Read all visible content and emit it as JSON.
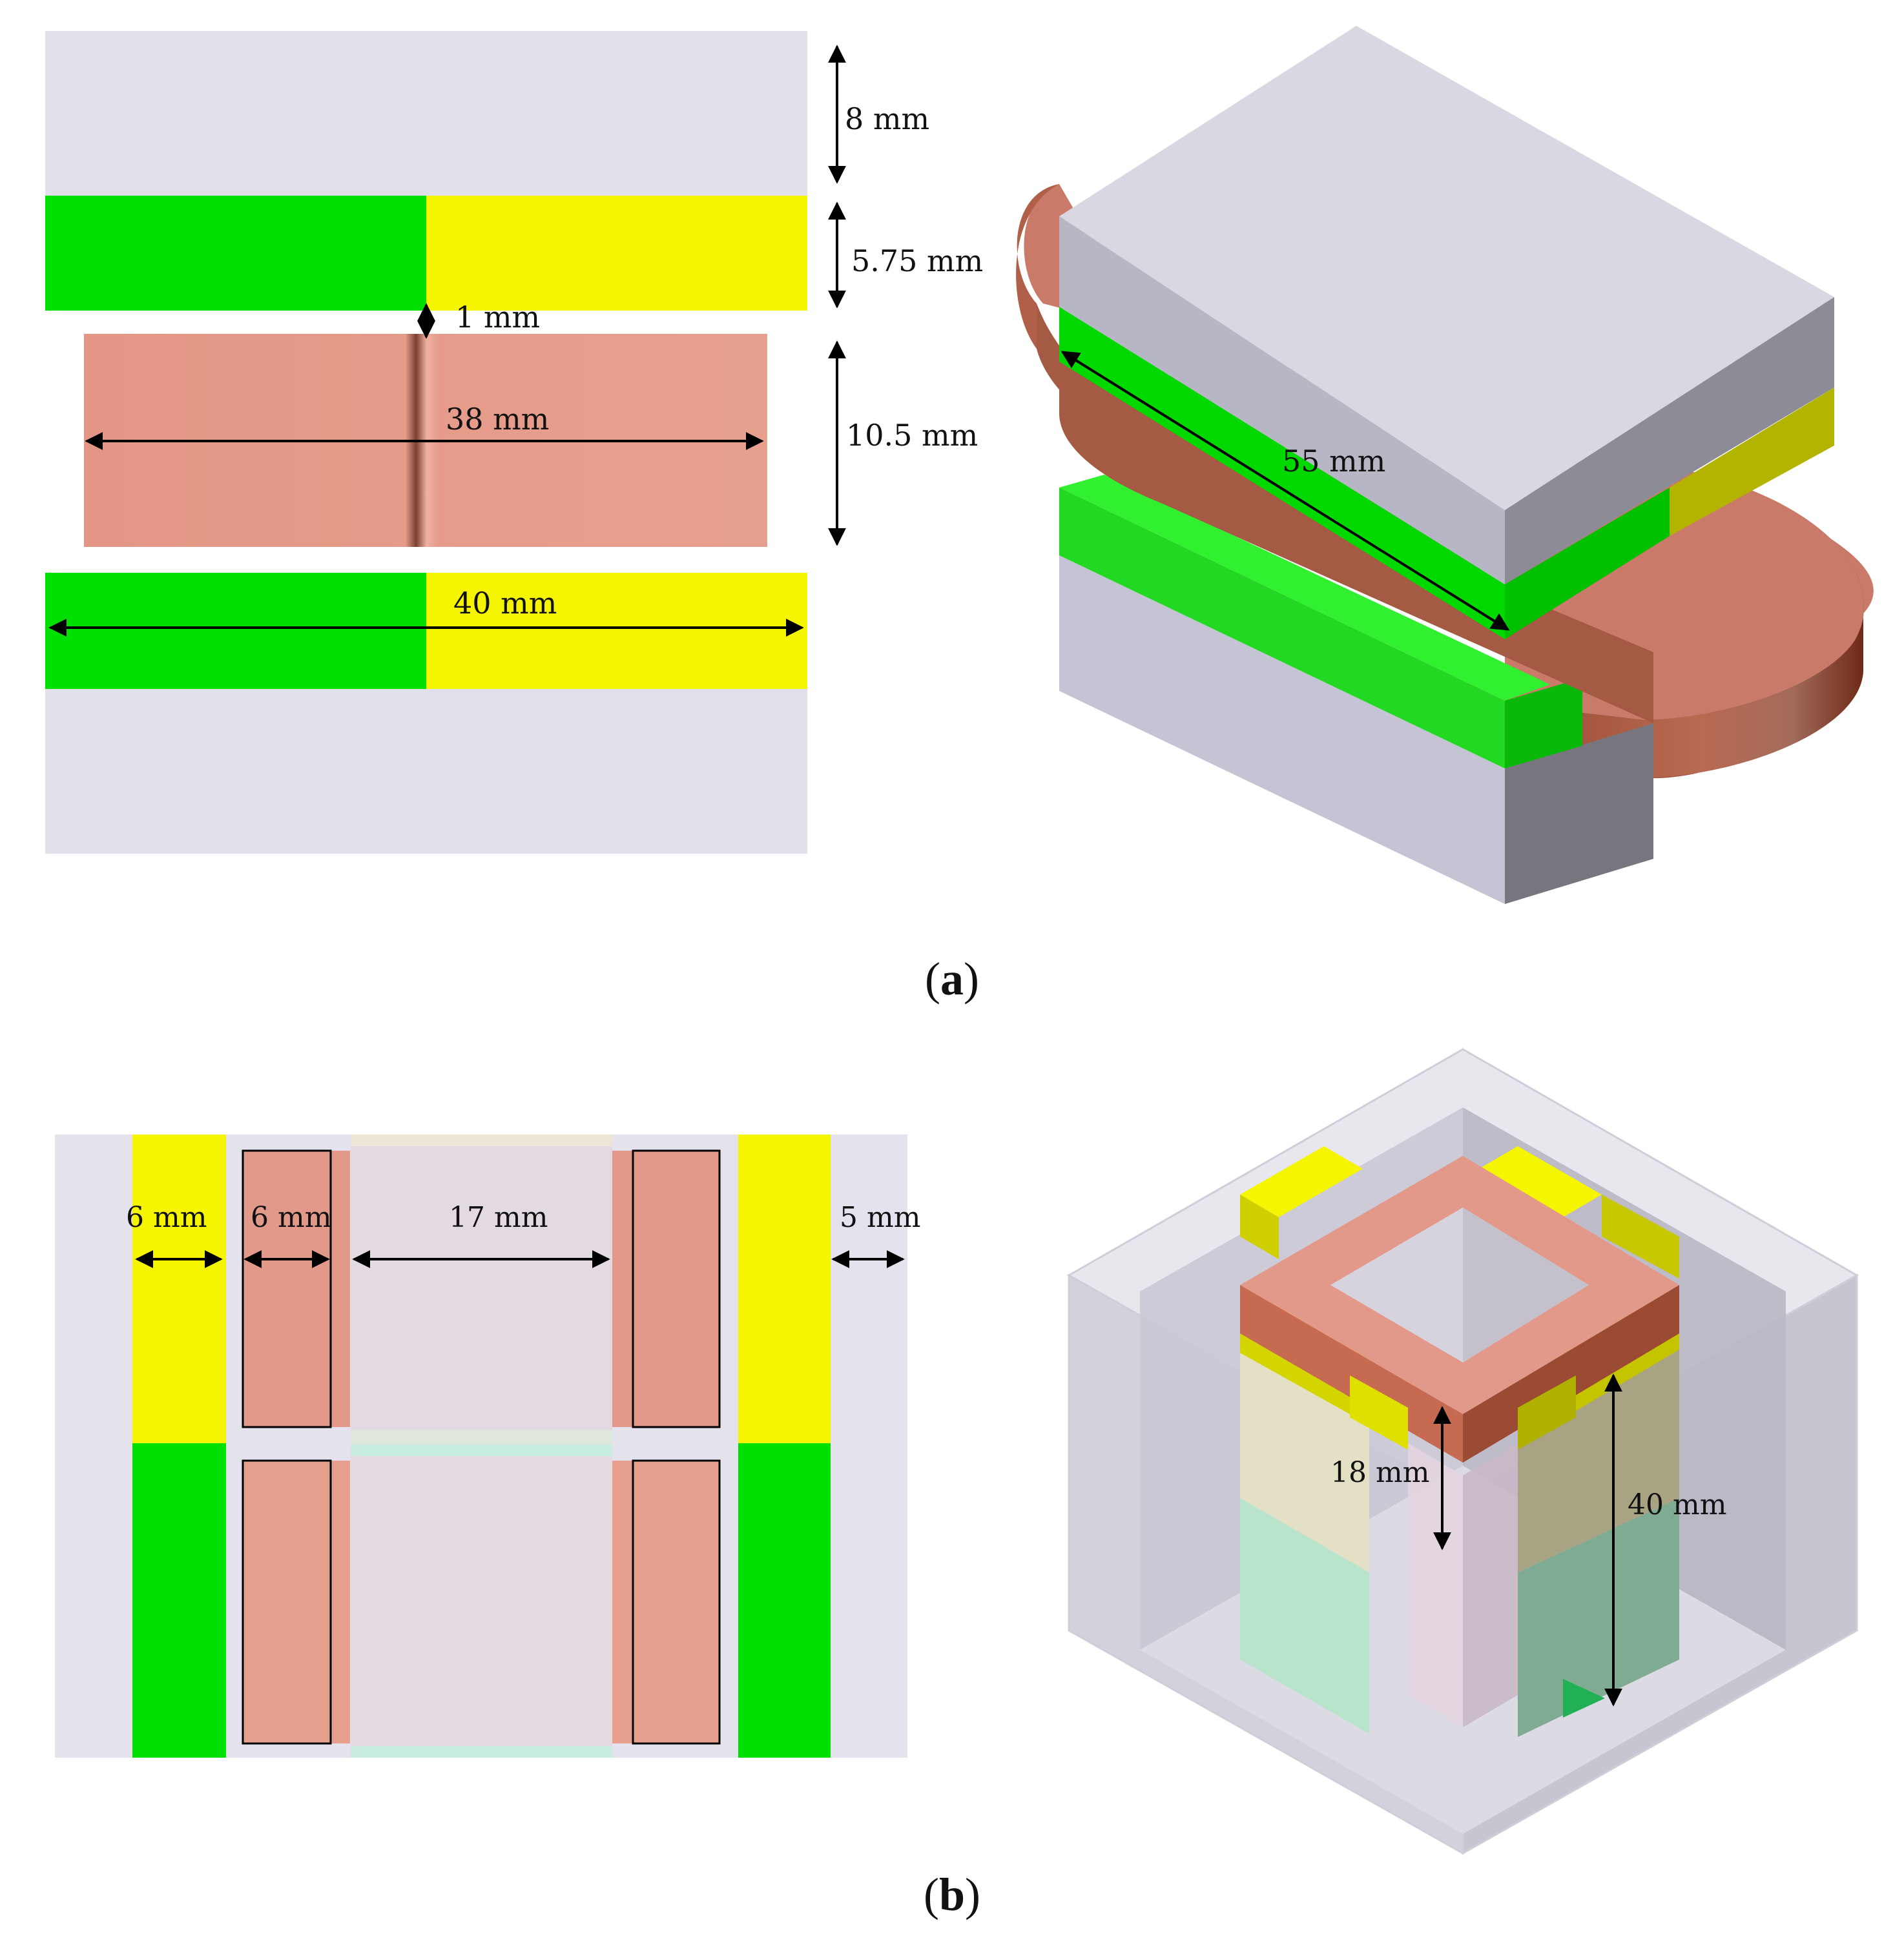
{
  "colors": {
    "core_gray": "#e2e0ea",
    "green": "#00e000",
    "yellow": "#f5f500",
    "copper": "#e39989",
    "copper_dark": "#a35a44",
    "arrow": "#000000"
  },
  "panel_a": {
    "caption_open": "(",
    "caption_letter": "a",
    "caption_close": ")",
    "dims": {
      "top_core": "8 mm",
      "magnet": "5.75 mm",
      "gap": "1 mm",
      "coil_width": "38 mm",
      "coil_height": "10.5 mm",
      "magnet_width": "40 mm",
      "depth_3d": "55 mm"
    }
  },
  "panel_b": {
    "caption_open": "(",
    "caption_letter": "b",
    "caption_close": ")",
    "dims": {
      "magnet_w": "6 mm",
      "coil_w": "6 mm",
      "center_w": "17 mm",
      "outer_w": "5 mm",
      "coil_h_3d": "18 mm",
      "total_h_3d": "40 mm"
    }
  }
}
